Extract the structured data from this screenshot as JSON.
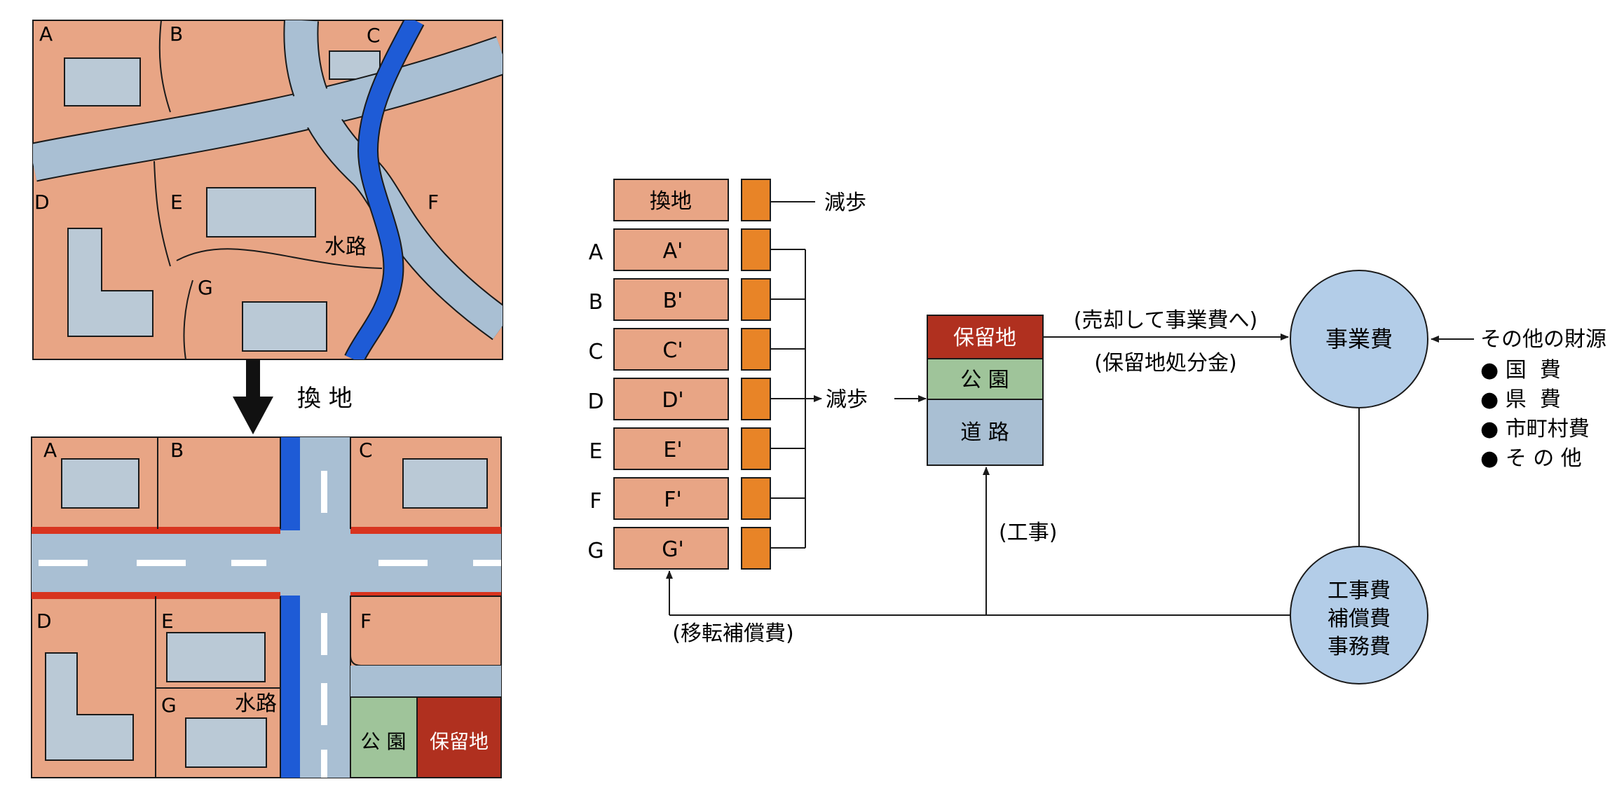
{
  "colors": {
    "land": "#e8a585",
    "building": "#bac9d6",
    "road": "#a9bfd3",
    "water": "#1e5bd6",
    "curb": "#d8341f",
    "park": "#9fc49a",
    "reserve": "#b0301f",
    "lot_orange": "#e88427",
    "circle": "#b3cde8",
    "line": "#1a1a1a"
  },
  "map_before": {
    "lot_labels": [
      "A",
      "B",
      "C",
      "D",
      "E",
      "F",
      "G"
    ],
    "waterway_label": "水路"
  },
  "transition": {
    "arrow_label": "換 地"
  },
  "map_after": {
    "lot_labels": [
      "A",
      "B",
      "C",
      "D",
      "E",
      "F",
      "G"
    ],
    "waterway_label": "水路",
    "park_label": "公 園",
    "reserve_label": "保留地"
  },
  "flow": {
    "header_box": "換地",
    "header_reduction": "減歩",
    "rows": [
      {
        "owner": "A",
        "parcel": "A'"
      },
      {
        "owner": "B",
        "parcel": "B'"
      },
      {
        "owner": "C",
        "parcel": "C'"
      },
      {
        "owner": "D",
        "parcel": "D'"
      },
      {
        "owner": "E",
        "parcel": "E'"
      },
      {
        "owner": "F",
        "parcel": "F'"
      },
      {
        "owner": "G",
        "parcel": "G'"
      }
    ],
    "reduction_label": "減歩",
    "stack": {
      "reserve": "保留地",
      "park": "公 園",
      "road": "道 路"
    },
    "sale_label_1": "(売却して事業費へ)",
    "sale_label_2": "(保留地処分金)",
    "project_cost": "事業費",
    "other_sources_title": "その他の財源",
    "other_sources": [
      "● 国  費",
      "● 県  費",
      "● 市町村費",
      "● そ の 他"
    ],
    "construction_label": "(工事)",
    "relocation_label": "(移転補償費)",
    "cost_items": [
      "工事費",
      "補償費",
      "事務費"
    ]
  }
}
